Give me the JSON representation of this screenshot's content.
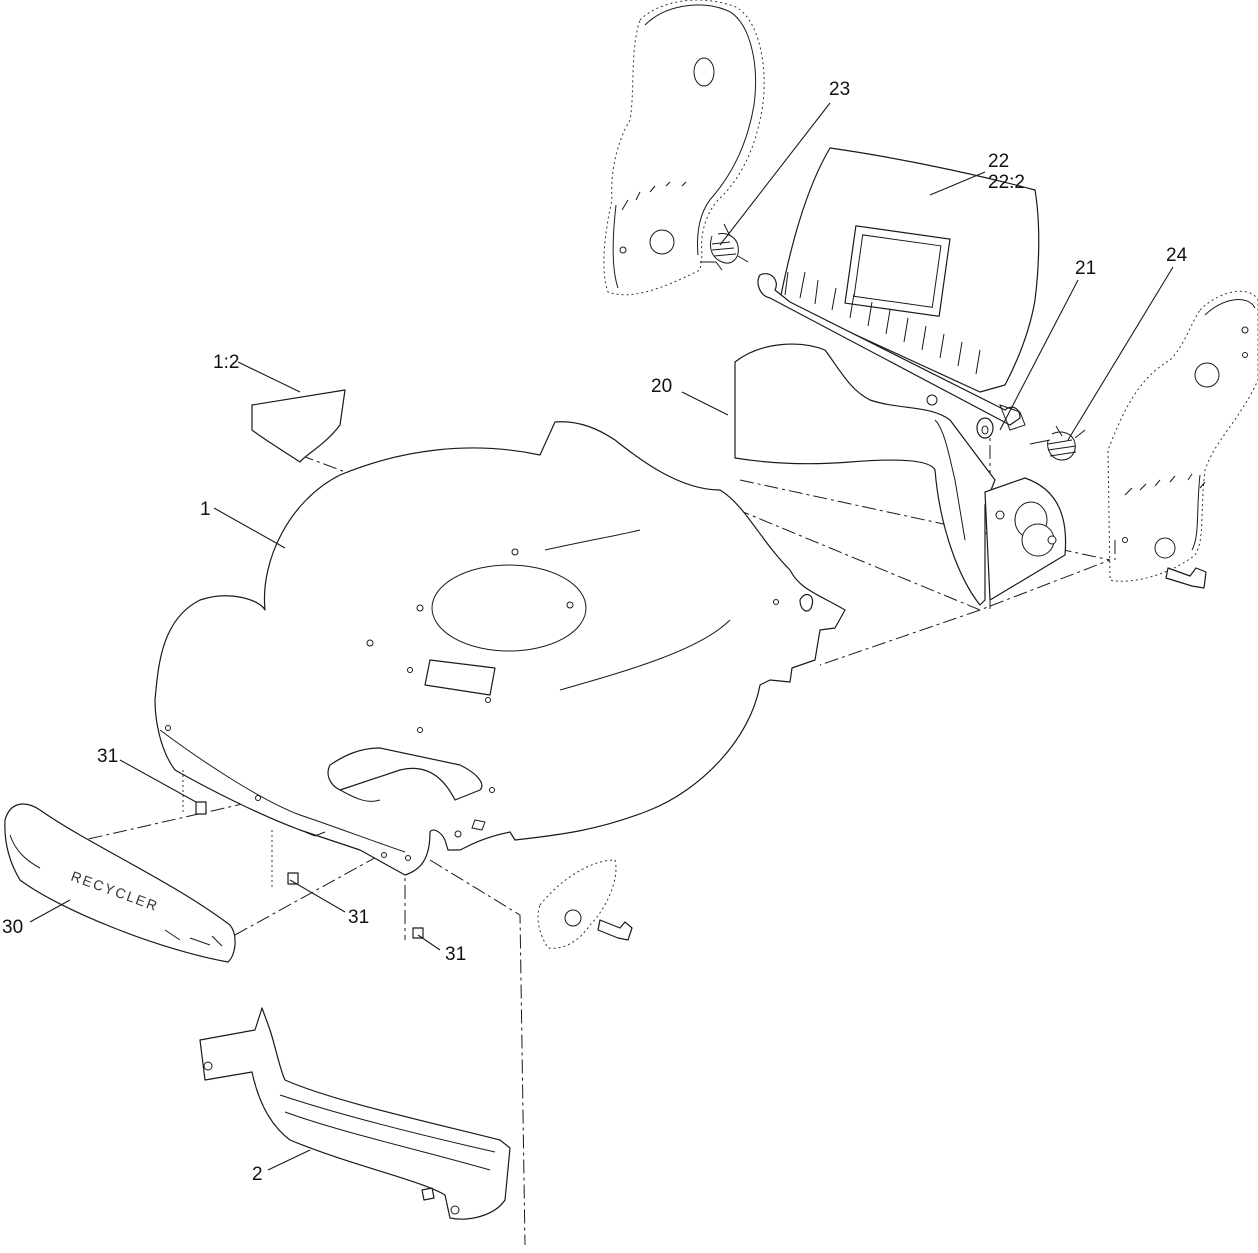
{
  "callouts": {
    "deck": "1",
    "decal": "1:2",
    "rear_guard": "2",
    "chute": "20",
    "pivot": "21",
    "door": "22",
    "door_alt": "22:2",
    "spring_left": "23",
    "spring_right": "24",
    "bumper": "30",
    "bolt_a": "31",
    "bolt_b": "31",
    "bolt_c": "31"
  },
  "bumper_text": "RECYCLER"
}
